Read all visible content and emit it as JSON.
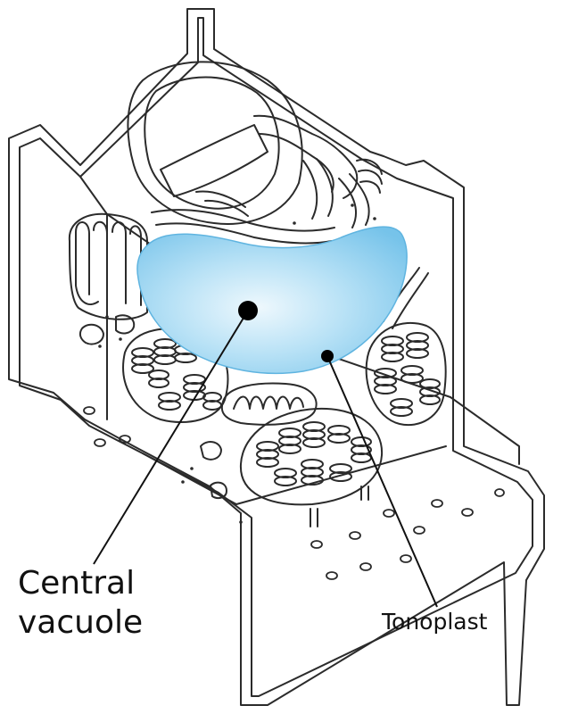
{
  "labels": {
    "central_vacuole_line1": "Central",
    "central_vacuole_line2": "vacuole",
    "tonoplast": "Tonoplast"
  },
  "colors": {
    "vacuole_fill": "#8fcff0",
    "vacuole_highlight": "#eef8fd",
    "outline": "#2b2b2b",
    "background": "#ffffff"
  }
}
